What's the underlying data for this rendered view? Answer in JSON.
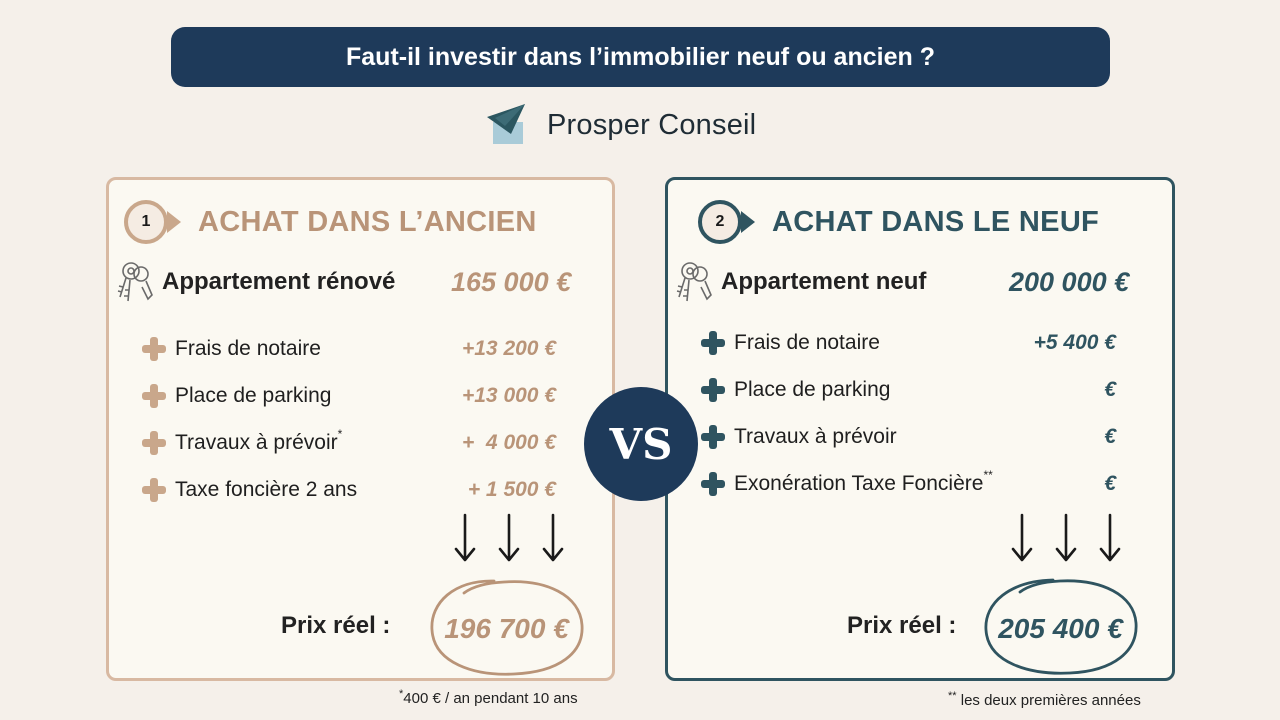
{
  "header": {
    "title": "Faut-il investir dans l’immobilier neuf ou ancien ?"
  },
  "brand": {
    "name": "Prosper Conseil",
    "icon": "paper-plane-envelope-icon"
  },
  "vs_label": "VS",
  "colors": {
    "navy": "#1e3a5a",
    "sand": "#c9a78b",
    "teal": "#2f5460"
  },
  "ancien": {
    "step": "1",
    "title": "ACHAT DANS L’ANCIEN",
    "apartment_label": "Appartement rénové",
    "apartment_price": "165 000 €",
    "items": [
      {
        "label": "Frais de notaire",
        "marker": "",
        "value": "+13 200 €"
      },
      {
        "label": "Place de parking",
        "marker": "",
        "value": "+13 000 €"
      },
      {
        "label": "Travaux à prévoir",
        "marker": "*",
        "value": "+  4 000 €"
      },
      {
        "label": "Taxe foncière 2 ans",
        "marker": "",
        "value": "+ 1 500 €"
      }
    ],
    "total_label": "Prix réel :",
    "total_value": "196 700 €"
  },
  "neuf": {
    "step": "2",
    "title": "ACHAT DANS LE NEUF",
    "apartment_label": "Appartement neuf",
    "apartment_price": "200 000 €",
    "items": [
      {
        "label": "Frais de notaire",
        "marker": "",
        "value": "+5 400 €"
      },
      {
        "label": "Place de parking",
        "marker": "",
        "value": "€"
      },
      {
        "label": "Travaux à prévoir",
        "marker": "",
        "value": "€"
      },
      {
        "label": "Exonération Taxe Foncière",
        "marker": "**",
        "value": "€"
      }
    ],
    "total_label": "Prix réel :",
    "total_value": "205 400 €"
  },
  "footnotes": {
    "one": {
      "marker": "*",
      "text": "400 € / an pendant 10 ans"
    },
    "two": {
      "marker": "**",
      "text": " les deux premières années"
    }
  }
}
